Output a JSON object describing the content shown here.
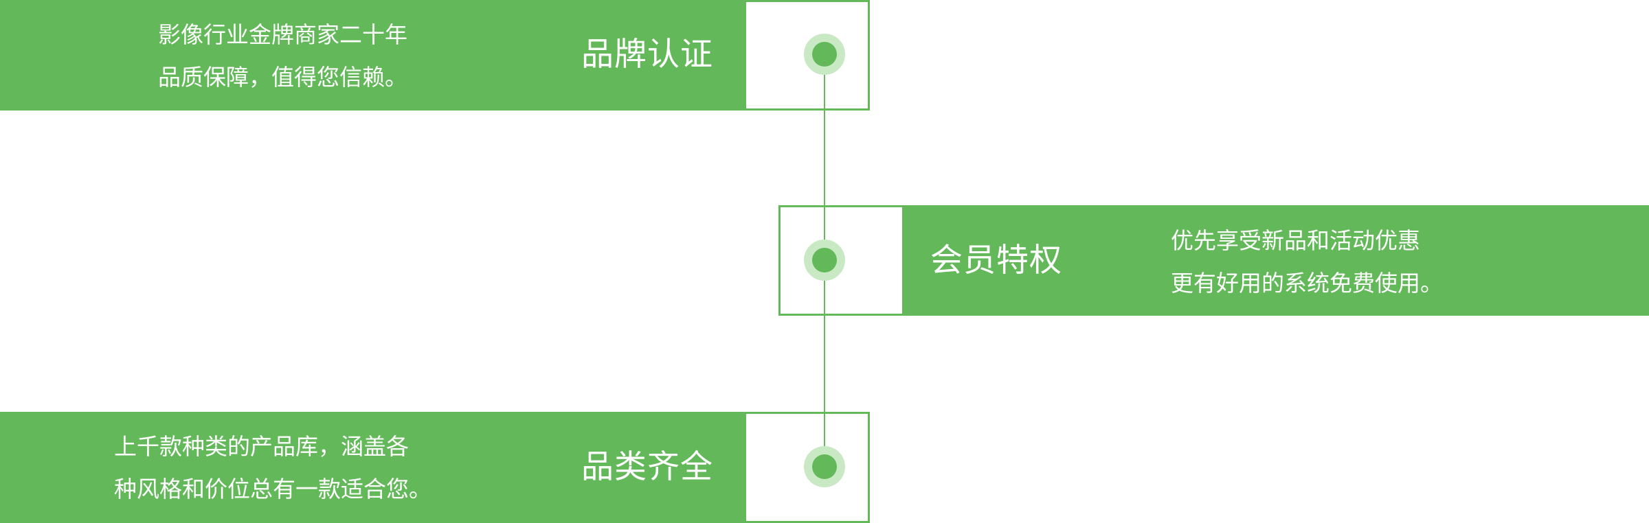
{
  "colors": {
    "accent": "#63b85a",
    "dot_halo": "#c9e8c4",
    "background": "#ffffff",
    "text": "#ffffff"
  },
  "items": [
    {
      "title": "品牌认证",
      "lines": [
        "影像行业金牌商家二十年",
        "品质保障，值得您信赖。"
      ],
      "side": "left"
    },
    {
      "title": "会员特权",
      "lines": [
        "优先享受新品和活动优惠",
        "更有好用的系统免费使用。"
      ],
      "side": "right"
    },
    {
      "title": "品类齐全",
      "lines": [
        "上千款种类的产品库，涵盖各",
        "种风格和价位总有一款适合您。"
      ],
      "side": "left"
    }
  ]
}
